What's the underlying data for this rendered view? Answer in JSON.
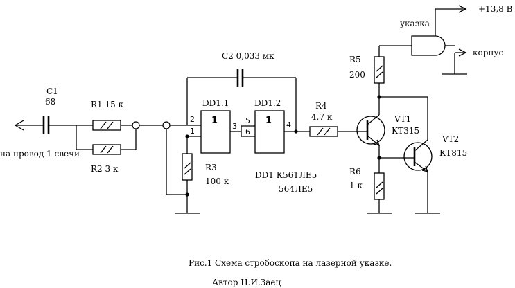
{
  "labels": {
    "supply": "+13,8 В",
    "ground": "корпус",
    "pointer": "указка",
    "spark_wire": "на провод 1 свечи",
    "caption": "Рис.1 Схема стробоскопа на лазерной указке.",
    "author": "Автор Н.И.Заец"
  },
  "components": {
    "c1": {
      "name": "C1",
      "value": "68"
    },
    "c2": {
      "text": "C2 0,033 мк"
    },
    "r1": {
      "text": "R1 15 к"
    },
    "r2": {
      "text": "R2  3 к"
    },
    "r3": {
      "name": "R3",
      "value": "100 к"
    },
    "r4": {
      "name": "R4",
      "value": "4,7 к"
    },
    "r5": {
      "name": "R5",
      "value": "200"
    },
    "r6": {
      "name": "R6",
      "value": "1 к"
    },
    "dd11": {
      "name": "DD1.1",
      "symbol": "1"
    },
    "dd12": {
      "name": "DD1.2",
      "symbol": "1"
    },
    "dd1_type": "DD1 К561ЛЕ5",
    "dd1_alt": "564ЛЕ5",
    "vt1": {
      "name": "VT1",
      "type": "КТ315"
    },
    "vt2": {
      "name": "VT2",
      "type": "КТ815"
    }
  },
  "pins": {
    "p1": "1",
    "p2": "2",
    "p3": "3",
    "p4": "4",
    "p5": "5",
    "p6": "6"
  }
}
